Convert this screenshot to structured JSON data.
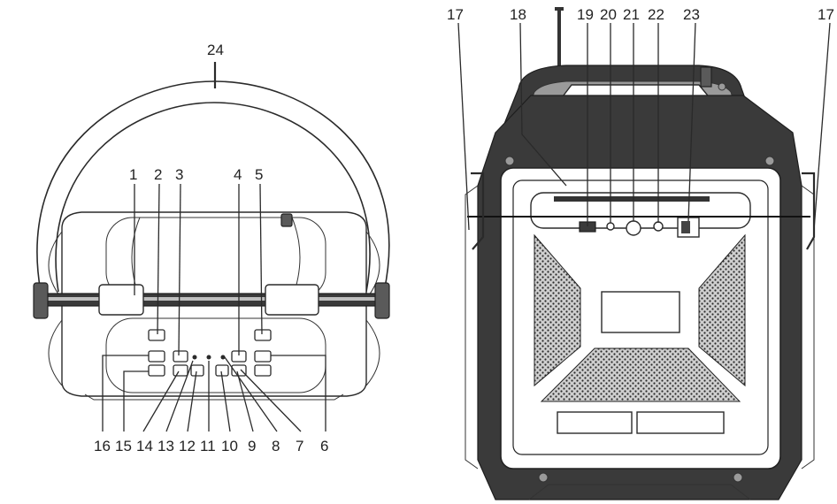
{
  "figure": {
    "left_view": {
      "callouts": [
        "1",
        "2",
        "3",
        "4",
        "5",
        "6",
        "7",
        "8",
        "9",
        "10",
        "11",
        "12",
        "13",
        "14",
        "15",
        "16",
        "24"
      ]
    },
    "right_view": {
      "callouts": [
        "17",
        "18",
        "19",
        "20",
        "21",
        "22",
        "23",
        "17"
      ]
    }
  }
}
